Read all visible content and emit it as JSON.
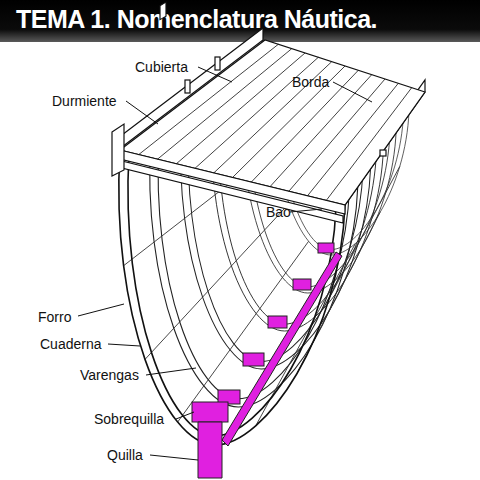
{
  "diagram": {
    "title": "TEMA 1. Nomenclatura Náutica.",
    "labels": [
      "Cubierta",
      "Borda",
      "Durmiente",
      "Bao",
      "Forro",
      "Cuaderna",
      "Varengas",
      "Sobrequilla",
      "Quilla"
    ]
  }
}
